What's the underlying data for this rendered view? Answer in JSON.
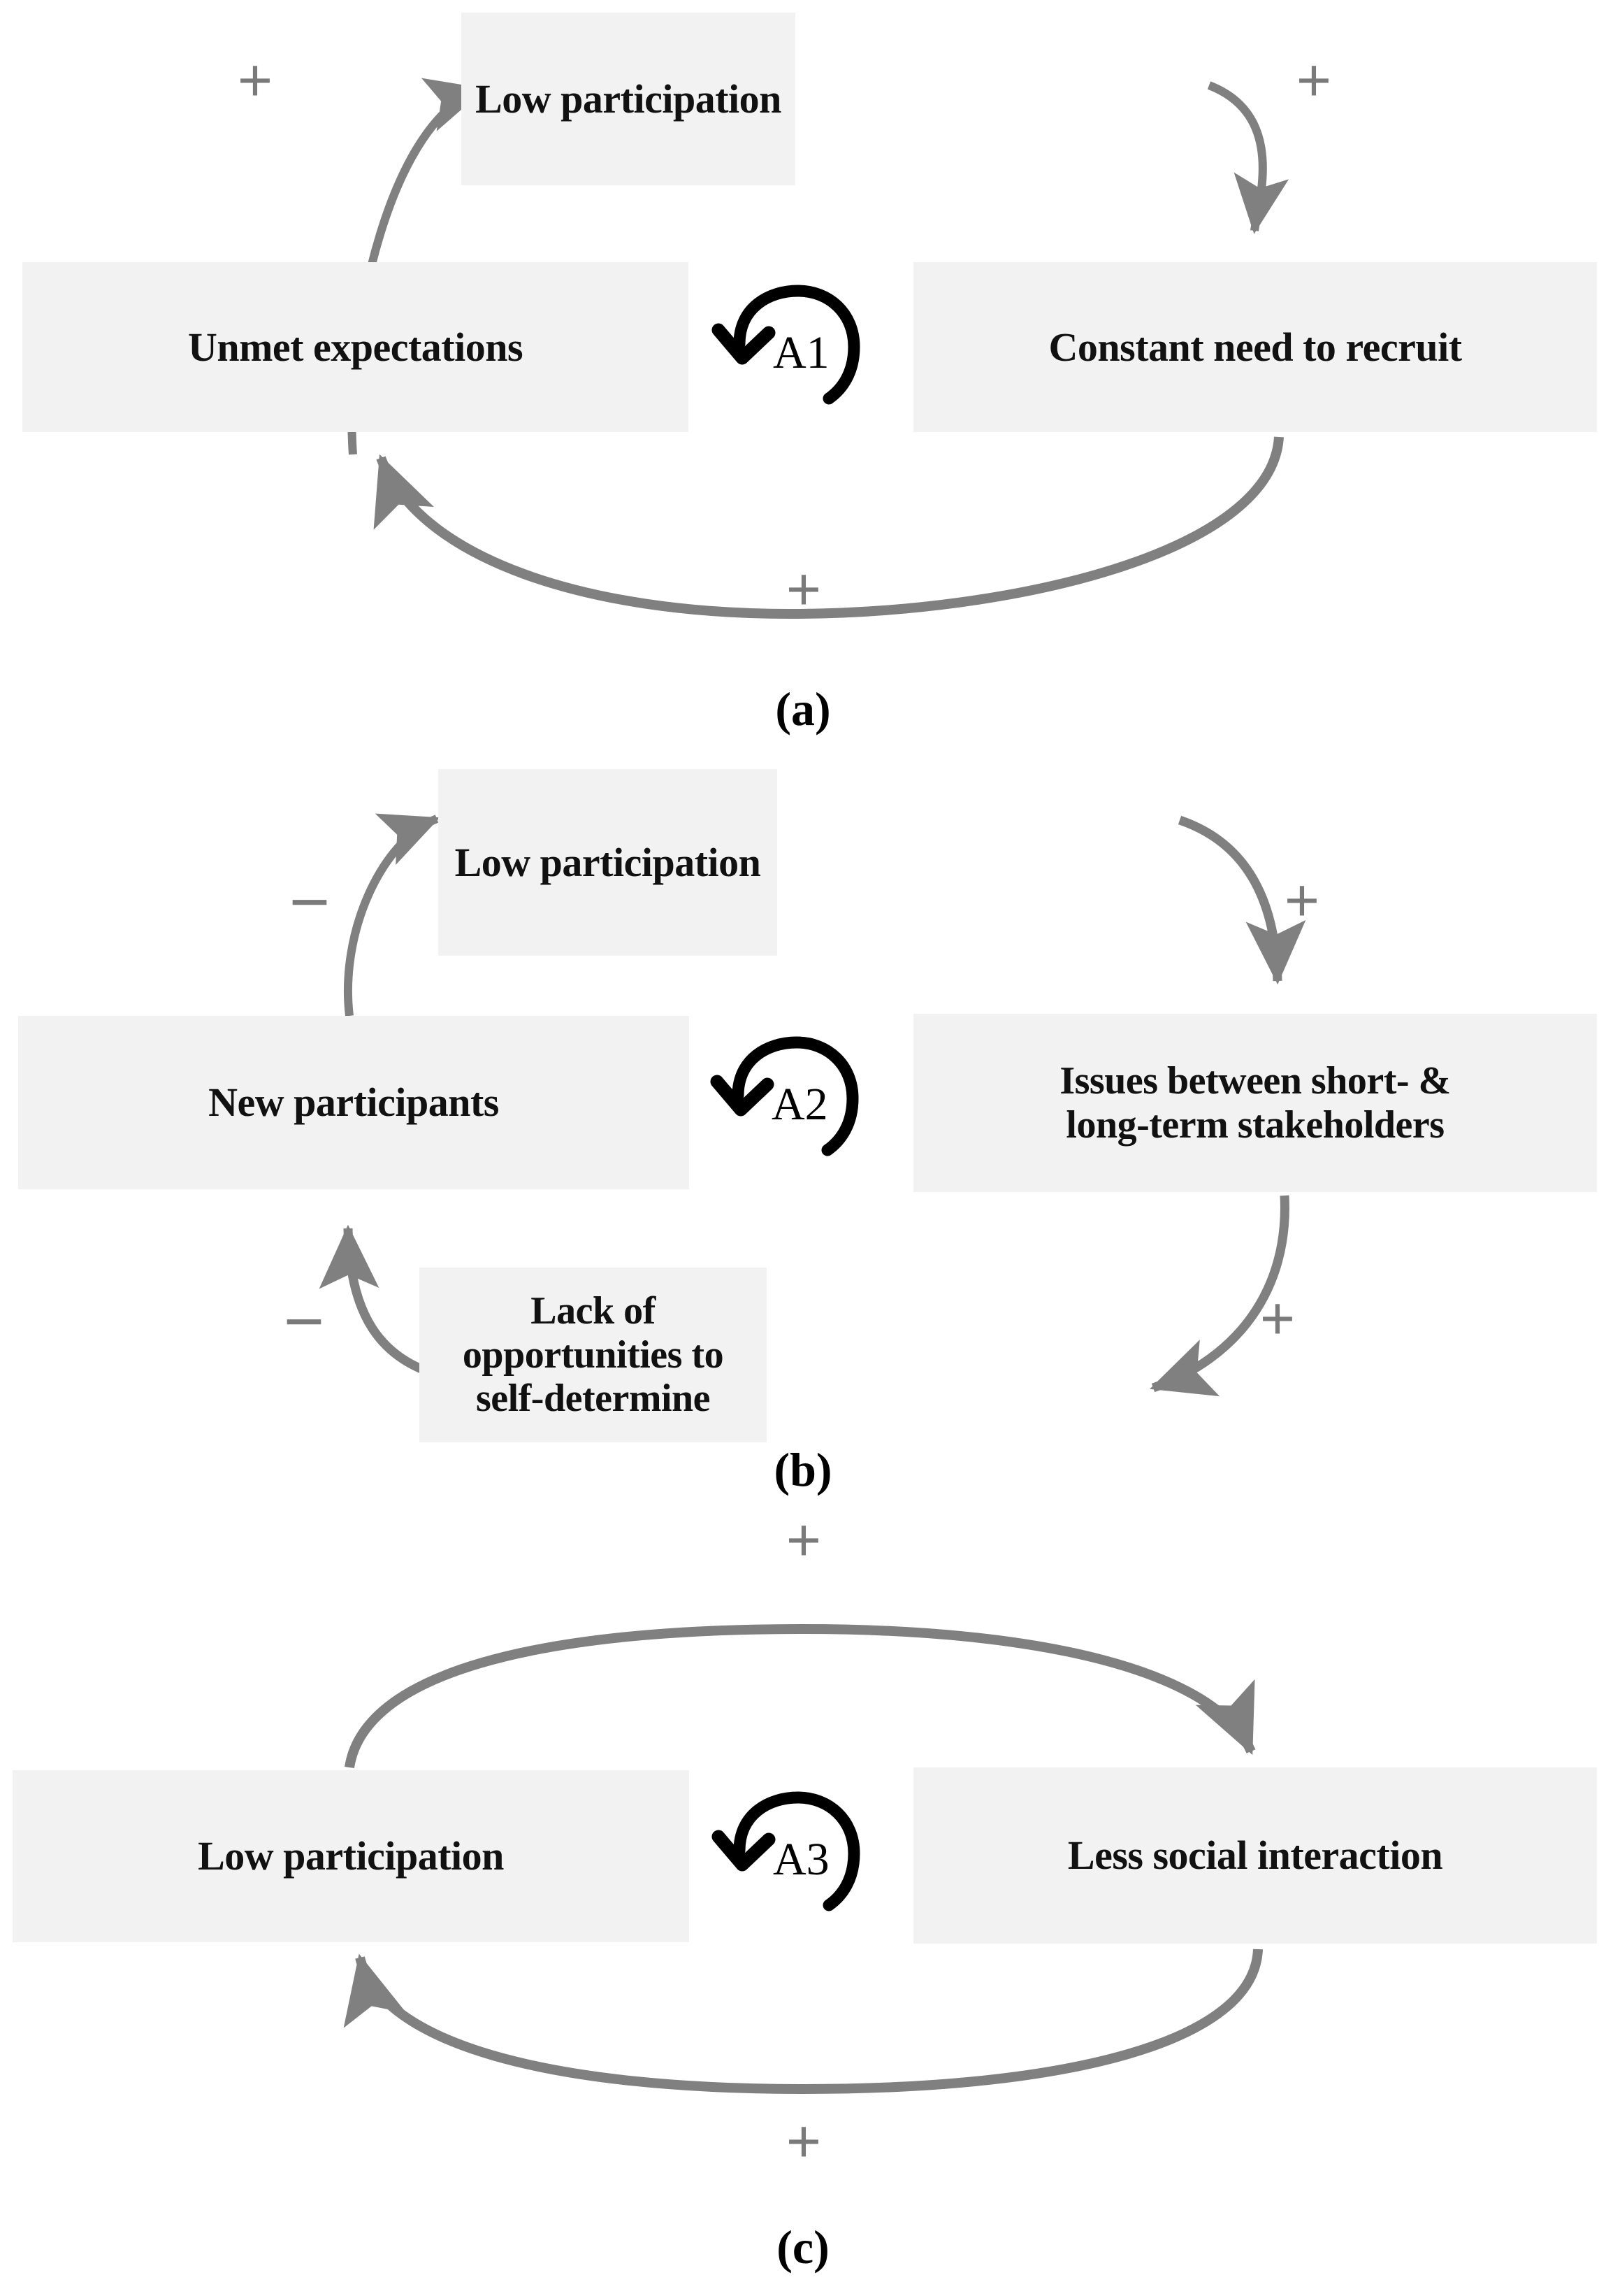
{
  "figure": {
    "type": "causal-loop-diagram",
    "background_color": "#ffffff",
    "node_fill_color": "#f2f2f2",
    "arrow_color": "#808080",
    "loop_marker_color": "#000000",
    "text_color": "#111111"
  },
  "panels": [
    {
      "id": "a",
      "caption": "(a)",
      "loop": {
        "id": "A1",
        "icon": "clockwise-loop-arrow-icon"
      },
      "nodes": [
        {
          "key": "low_participation",
          "label": "Low participation",
          "position": "top"
        },
        {
          "key": "unmet_expectations",
          "label": "Unmet expectations",
          "position": "left"
        },
        {
          "key": "constant_need_to_recruit",
          "label": "Constant need to recruit",
          "position": "right"
        }
      ],
      "links": [
        {
          "from": "unmet_expectations",
          "to": "low_participation",
          "polarity": "+",
          "sign_label": "+"
        },
        {
          "from": "low_participation",
          "to": "constant_need_to_recruit",
          "polarity": "+",
          "sign_label": "+"
        },
        {
          "from": "constant_need_to_recruit",
          "to": "unmet_expectations",
          "polarity": "+",
          "sign_label": "+"
        }
      ]
    },
    {
      "id": "b",
      "caption": "(b)",
      "loop": {
        "id": "A2",
        "icon": "clockwise-loop-arrow-icon"
      },
      "nodes": [
        {
          "key": "low_participation",
          "label": "Low participation",
          "position": "top"
        },
        {
          "key": "new_participants",
          "label": "New participants",
          "position": "left"
        },
        {
          "key": "issues_stakeholders",
          "label_line1": "Issues between short- &",
          "label_line2": "long-term stakeholders",
          "position": "right"
        },
        {
          "key": "lack_of_opportunities",
          "label_line1": "Lack of opportunities to",
          "label_line2": "self-determine",
          "position": "bottom"
        }
      ],
      "links": [
        {
          "from": "new_participants",
          "to": "low_participation",
          "polarity": "-",
          "sign_label": "−"
        },
        {
          "from": "low_participation",
          "to": "issues_stakeholders",
          "polarity": "+",
          "sign_label": "+"
        },
        {
          "from": "issues_stakeholders",
          "to": "lack_of_opportunities",
          "polarity": "+",
          "sign_label": "+"
        },
        {
          "from": "lack_of_opportunities",
          "to": "new_participants",
          "polarity": "-",
          "sign_label": "−"
        }
      ]
    },
    {
      "id": "c",
      "caption": "(c)",
      "loop": {
        "id": "A3",
        "icon": "clockwise-loop-arrow-icon"
      },
      "nodes": [
        {
          "key": "low_participation",
          "label": "Low participation",
          "position": "left"
        },
        {
          "key": "less_social_interaction",
          "label": "Less social interaction",
          "position": "right"
        }
      ],
      "links": [
        {
          "from": "low_participation",
          "to": "less_social_interaction",
          "polarity": "+",
          "sign_label": "+"
        },
        {
          "from": "less_social_interaction",
          "to": "low_participation",
          "polarity": "+",
          "sign_label": "+"
        }
      ]
    }
  ]
}
